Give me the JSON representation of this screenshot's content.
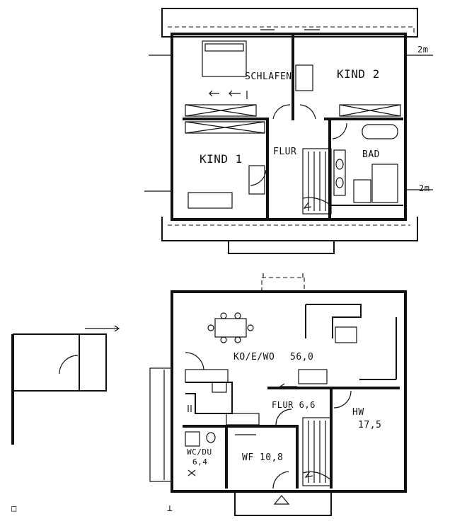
{
  "upper_floor": {
    "rooms": {
      "schlafen": "SCHLAFEN",
      "kind2": "KIND 2",
      "kind1": "KIND 1",
      "flur": "FLUR",
      "bad": "BAD"
    },
    "dims": {
      "right_top": "2m",
      "right_bottom": "2m"
    }
  },
  "ground_floor": {
    "rooms": {
      "kewo": "KO/E/WO",
      "kewo_area": "56,0",
      "flur": "FLUR 6,6",
      "hw": "HW",
      "hw_area": "17,5",
      "wcdu": "WC/DU",
      "wcdu_area": "6,4",
      "wf": "WF 10,8"
    }
  },
  "markers": {
    "left": "□",
    "right": "⊥"
  }
}
